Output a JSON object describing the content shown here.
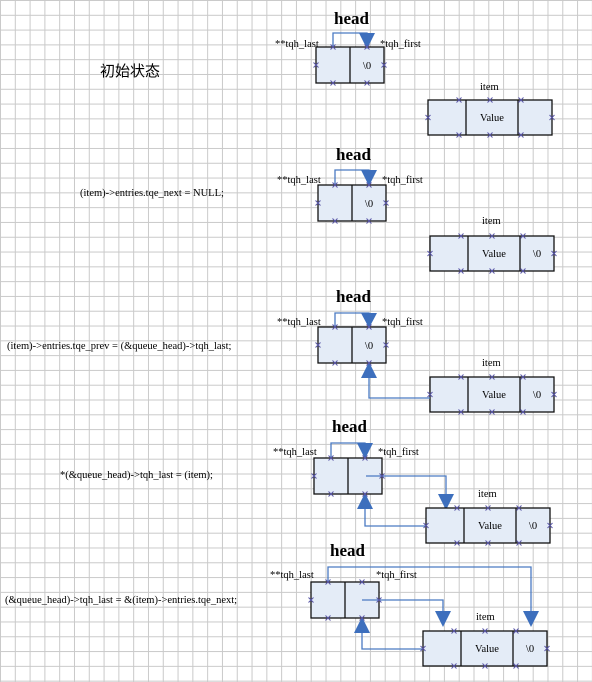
{
  "labels": {
    "head": "head",
    "tqh_last": "**tqh_last",
    "tqh_first": "*tqh_first",
    "item": "item",
    "value": "Value",
    "null_term": "\\0"
  },
  "title": "初始状态",
  "steps": [
    {
      "code": ""
    },
    {
      "code": "(item)->entries.tqe_next = NULL;"
    },
    {
      "code": "(item)->entries.tqe_prev = (&queue_head)->tqh_last;"
    },
    {
      "code": "*(&queue_head)->tqh_last = (item);"
    },
    {
      "code": "(&queue_head)->tqh_last = &(item)->entries.tqe_next;"
    }
  ],
  "colors": {
    "box_fill": "#e4ecf7",
    "arrow": "#4a7ac2",
    "grid": "#c9c9c9"
  }
}
